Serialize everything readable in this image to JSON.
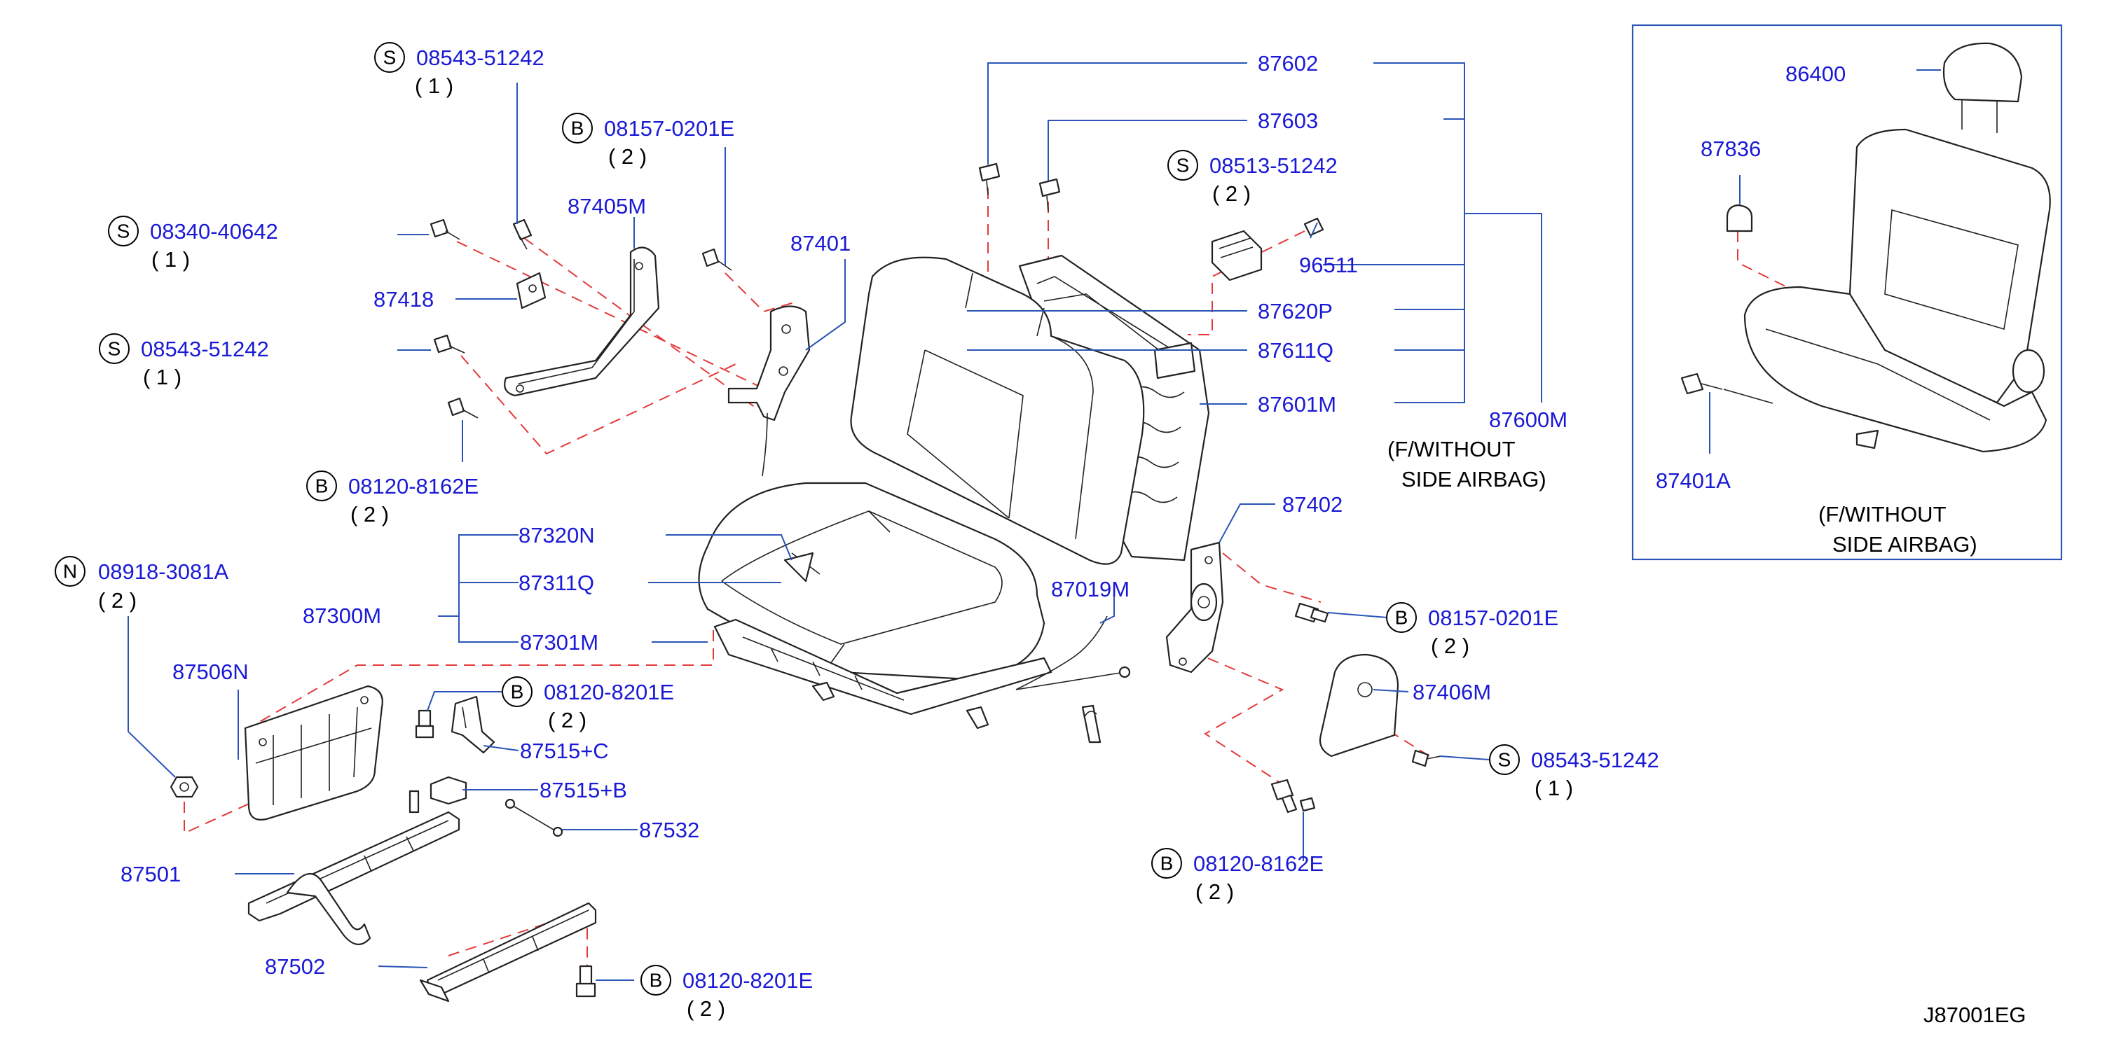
{
  "diagram_id": "J87001EG",
  "parts": {
    "p08543_1": {
      "prefix": "S",
      "code": "08543-51242",
      "qty": "( 1 )"
    },
    "p08157_1": {
      "prefix": "B",
      "code": "08157-0201E",
      "qty": "( 2 )"
    },
    "p87405M": {
      "code": "87405M"
    },
    "p08340": {
      "prefix": "S",
      "code": "08340-40642",
      "qty": "( 1 )"
    },
    "p87401": {
      "code": "87401"
    },
    "p87418": {
      "code": "87418"
    },
    "p08543_2": {
      "prefix": "S",
      "code": "08543-51242",
      "qty": "( 1 )"
    },
    "p08120_1": {
      "prefix": "B",
      "code": "08120-8162E",
      "qty": "( 2 )"
    },
    "p08918": {
      "prefix": "N",
      "code": "08918-3081A",
      "qty": "( 2 )"
    },
    "p87320N": {
      "code": "87320N"
    },
    "p87311Q": {
      "code": "87311Q"
    },
    "p87300M": {
      "code": "87300M"
    },
    "p87301M": {
      "code": "87301M"
    },
    "p87506N": {
      "code": "87506N"
    },
    "p08120_2": {
      "prefix": "B",
      "code": "08120-8201E",
      "qty": "( 2 )"
    },
    "p87515C": {
      "code": "87515+C"
    },
    "p87515B": {
      "code": "87515+B"
    },
    "p87532": {
      "code": "87532"
    },
    "p87501": {
      "code": "87501"
    },
    "p87502": {
      "code": "87502"
    },
    "p08120_3": {
      "prefix": "B",
      "code": "08120-8201E",
      "qty": "( 2 )"
    },
    "p87602": {
      "code": "87602"
    },
    "p87603": {
      "code": "87603"
    },
    "p08513": {
      "prefix": "S",
      "code": "08513-51242",
      "qty": "( 2 )"
    },
    "p96511": {
      "code": "96511"
    },
    "p87620P": {
      "code": "87620P"
    },
    "p87611Q": {
      "code": "87611Q"
    },
    "p87601M": {
      "code": "87601M"
    },
    "p87600M": {
      "code": "87600M"
    },
    "p87402": {
      "code": "87402"
    },
    "p87019M": {
      "code": "87019M"
    },
    "p08157_2": {
      "prefix": "B",
      "code": "08157-0201E",
      "qty": "( 2 )"
    },
    "p87406M": {
      "code": "87406M"
    },
    "p08543_3": {
      "prefix": "S",
      "code": "08543-51242",
      "qty": "( 1 )"
    },
    "p08120_4": {
      "prefix": "B",
      "code": "08120-8162E",
      "qty": "( 2 )"
    },
    "p86400": {
      "code": "86400"
    },
    "p87836": {
      "code": "87836"
    },
    "p87401A": {
      "code": "87401A"
    }
  },
  "notes": {
    "main": {
      "line1": "(F/WITHOUT",
      "line2": "SIDE   AIRBAG)"
    },
    "inset": {
      "line1": "(F/WITHOUT",
      "line2": "SIDE   AIRBAG)"
    }
  },
  "colors": {
    "label": "#1a1ad6",
    "leader": "#2a54b8",
    "dash": "#e23a3a",
    "outline": "#222222"
  }
}
